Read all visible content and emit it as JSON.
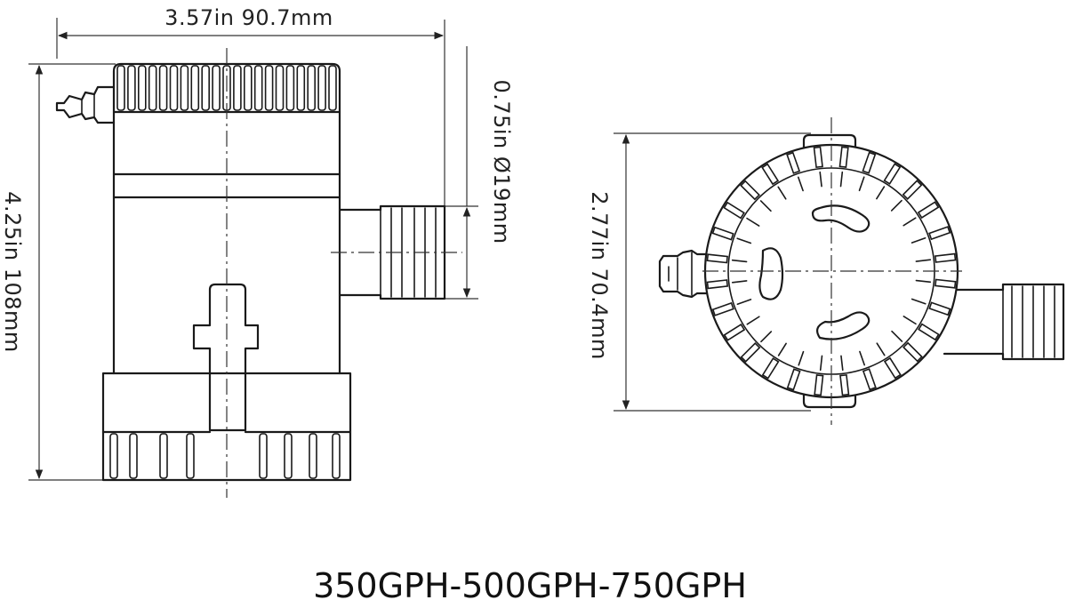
{
  "diagram": {
    "side_view": {
      "width_label": "3.57in  90.7mm",
      "height_label": "4.25in  108mm",
      "outlet_label": "0.75in  Ø19mm"
    },
    "top_view": {
      "height_label": "2.77in  70.4mm"
    },
    "model_label": "350GPH-500GPH-750GPH"
  }
}
